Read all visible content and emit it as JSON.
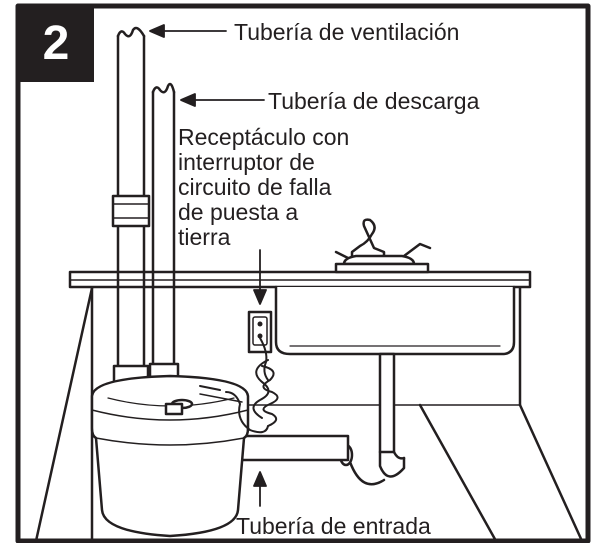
{
  "figure": {
    "step_number": "2",
    "labels": {
      "vent_pipe": "Tubería de ventilación",
      "discharge_pipe": "Tubería de descarga",
      "receptacle": [
        "Receptáculo con",
        "interruptor de",
        "circuito de falla",
        "de puesta a",
        "tierra"
      ],
      "inlet_pipe": "Tubería de entrada"
    }
  },
  "colors": {
    "ink": "#231f20",
    "paper": "#ffffff",
    "shade": "#e6e6e6"
  }
}
